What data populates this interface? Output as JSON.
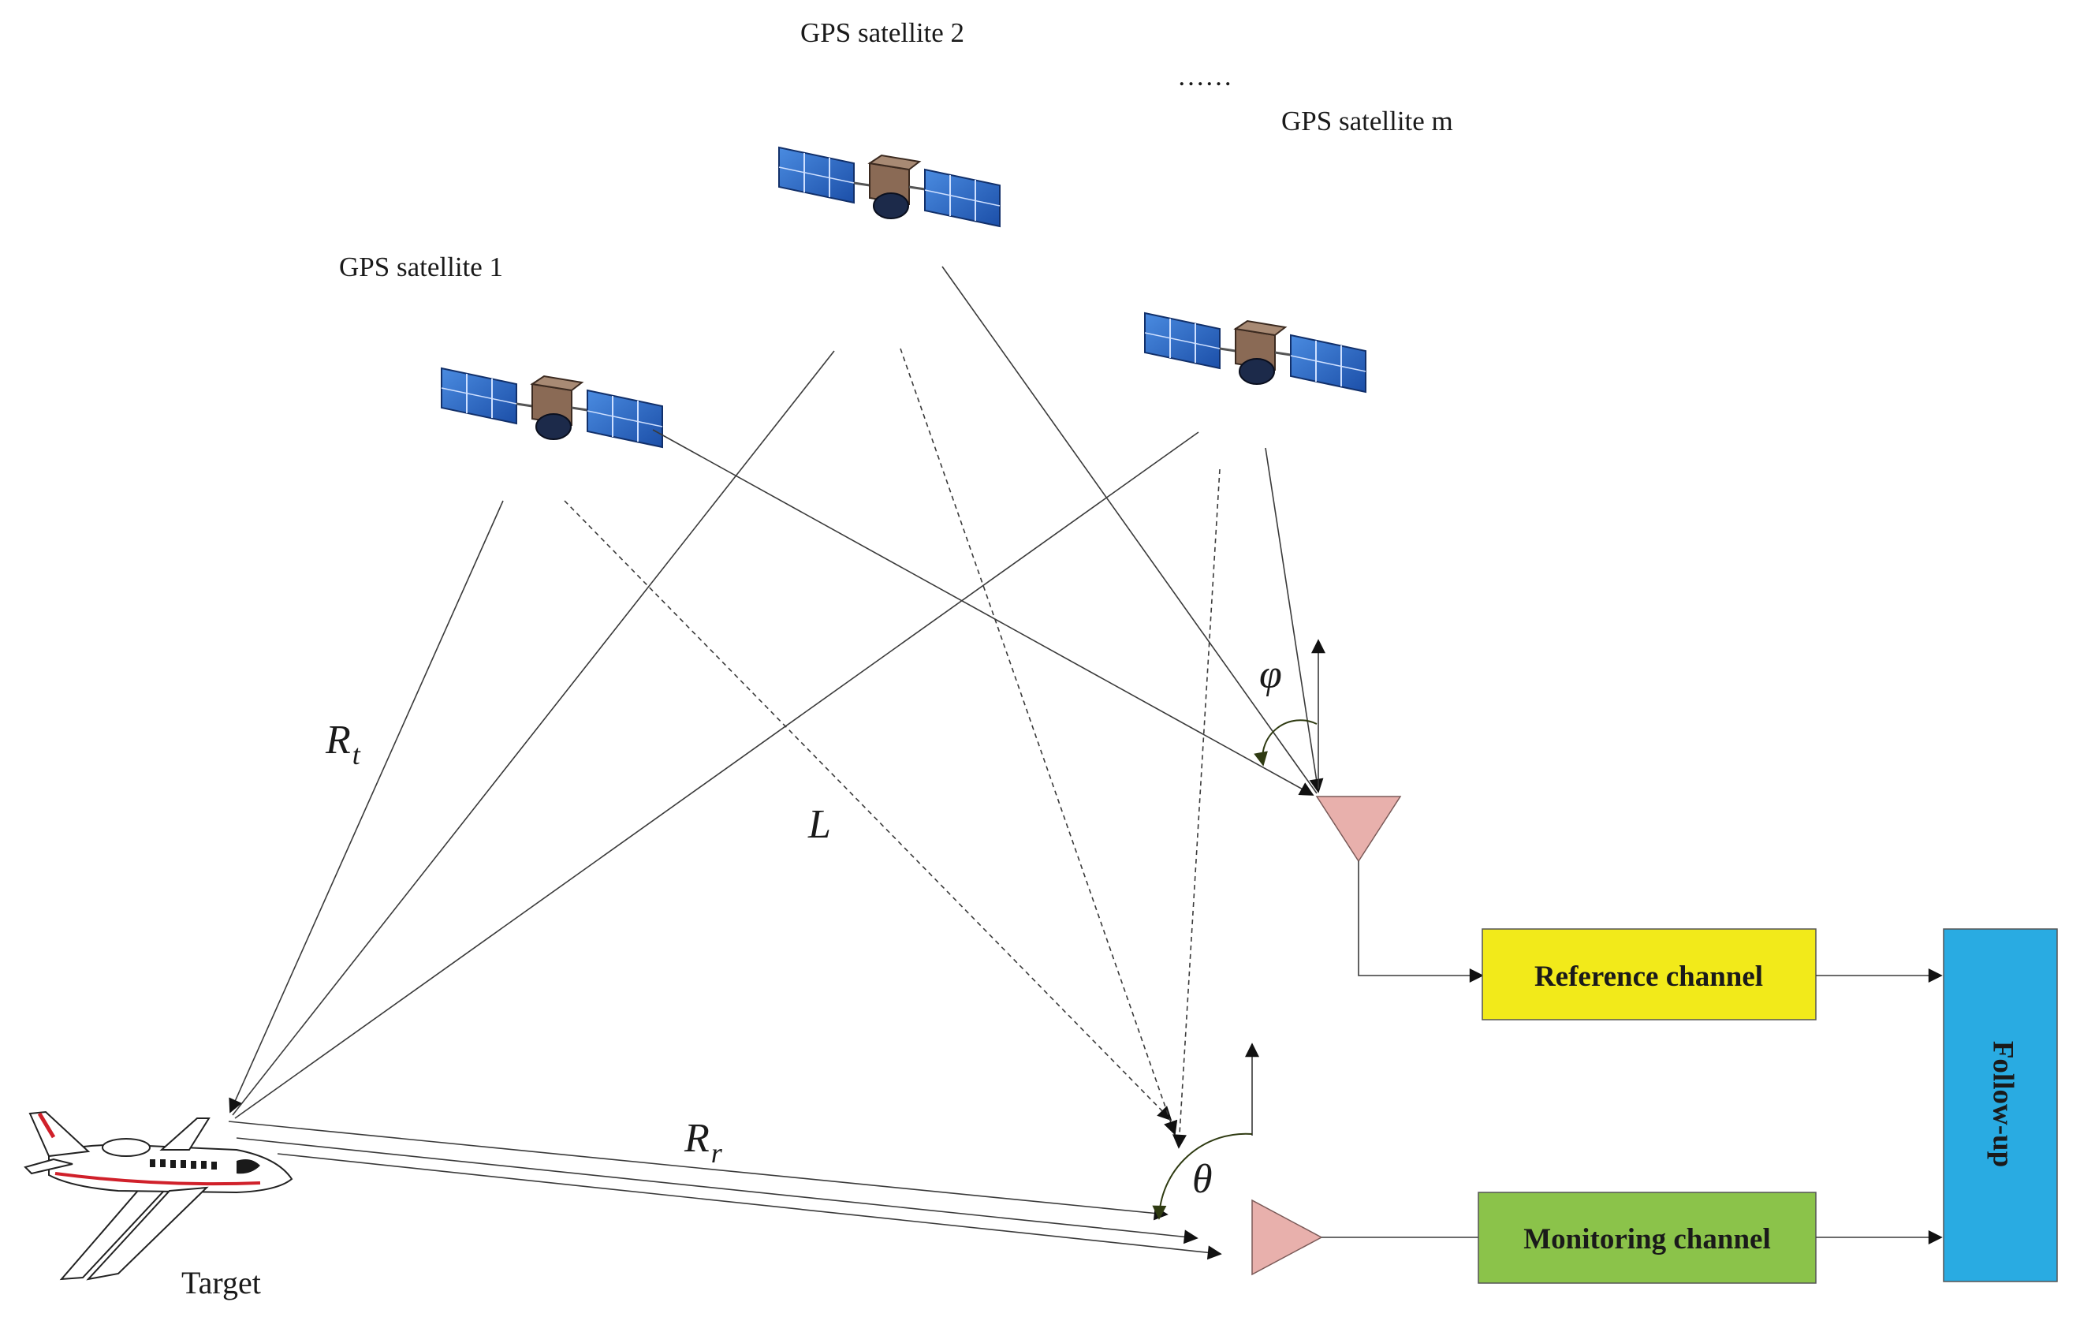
{
  "satellites": {
    "sat1_label": "GPS satellite 1",
    "sat2_label": "GPS satellite 2",
    "satm_label": "GPS satellite m",
    "ellipsis": "……"
  },
  "symbols": {
    "rt_main": "R",
    "rt_sub": "t",
    "rr_main": "R",
    "rr_sub": "r",
    "L": "L",
    "phi": "φ",
    "theta": "θ"
  },
  "boxes": {
    "reference": "Reference channel",
    "monitoring": "Monitoring channel",
    "followup": "Follow-up"
  },
  "target_label": "Target",
  "colors": {
    "reference_box": "#f2ea1a",
    "monitoring_box": "#8bc34a",
    "followup_box": "#29abe2",
    "antenna": "#e8b0ac",
    "solar_panel": "#2a66c8"
  }
}
